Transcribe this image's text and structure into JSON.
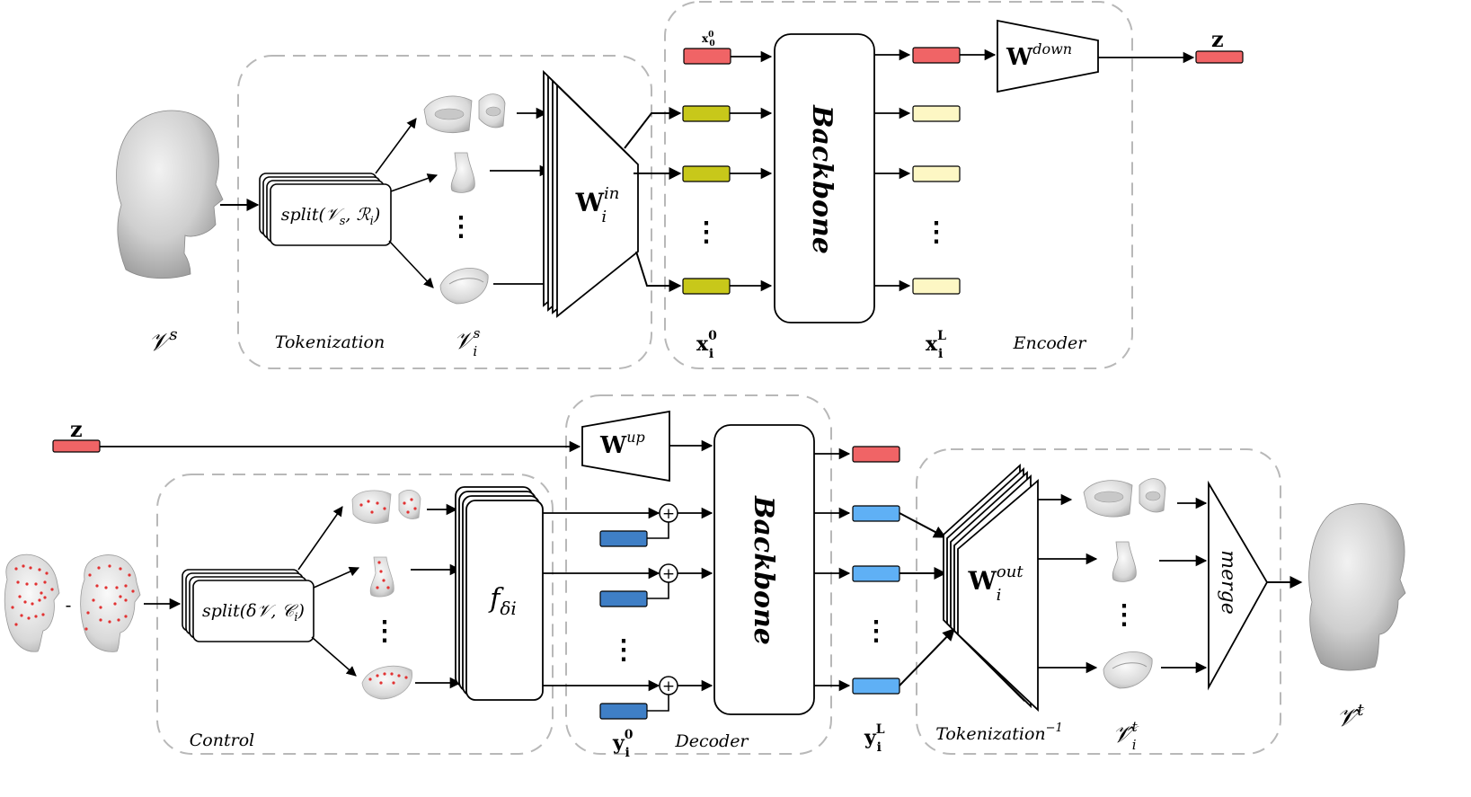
{
  "encoder": {
    "input_label": "𝒱",
    "input_sup": "s",
    "split_label": "split(𝒱",
    "split_sub": "s",
    "split_label_end": ", ℛ",
    "split_sub2": "i",
    "split_close": ")",
    "tokenization_label": "Tokenization",
    "vis_label": "𝒱",
    "vis_sup": "s",
    "vis_sub": "i",
    "win_label": "W",
    "win_sup": "in",
    "win_sub": "i",
    "x0_small_label": "x",
    "x0_small_sup": "0",
    "x0_small_sub": "0",
    "backbone_label": "Backbone",
    "wdown_label": "W",
    "wdown_sup": "down",
    "z_label": "z",
    "xi0_label": "x",
    "xi0_sup": "0",
    "xi0_sub": "i",
    "xiL_label": "x",
    "xiL_sup": "L",
    "xiL_sub": "i",
    "encoder_label": "Encoder"
  },
  "decoder": {
    "z_label": "z",
    "wup_label": "W",
    "wup_sup": "up",
    "split_label": "split(δ𝒱, 𝒞",
    "split_sub": "i",
    "split_close": ")",
    "minus_label": "-",
    "control_label": "Control",
    "f_label": "f",
    "f_sub": "δi",
    "plus_symbol": "+",
    "backbone_label": "Backbone",
    "yi0_label": "y",
    "yi0_sup": "0",
    "yi0_sub": "i",
    "decoder_label": "Decoder",
    "yiL_label": "y",
    "yiL_sup": "L",
    "yiL_sub": "i",
    "wout_label": "W",
    "wout_sup": "out",
    "wout_sub": "i",
    "tokinv_label": "Tokenization",
    "tokinv_sup": "−1",
    "vit_label": "𝒱̂",
    "vit_sup": "t",
    "vit_sub": "i",
    "merge_label": "merge",
    "output_label": "𝒱̂",
    "output_sup": "t"
  },
  "colors": {
    "red_token": "#f06466",
    "olive_token": "#c8c81a",
    "pale_token": "#fdf7c4",
    "blue_dark_token": "#3f7fc6",
    "blue_light_token": "#5fb0f5",
    "dashed": "#b8b8b8",
    "landmark": "#e23232"
  },
  "icons": [
    "head-mesh-icon",
    "eye-region-icon",
    "nose-region-icon",
    "mouth-region-icon",
    "vertical-ellipsis-icon"
  ]
}
